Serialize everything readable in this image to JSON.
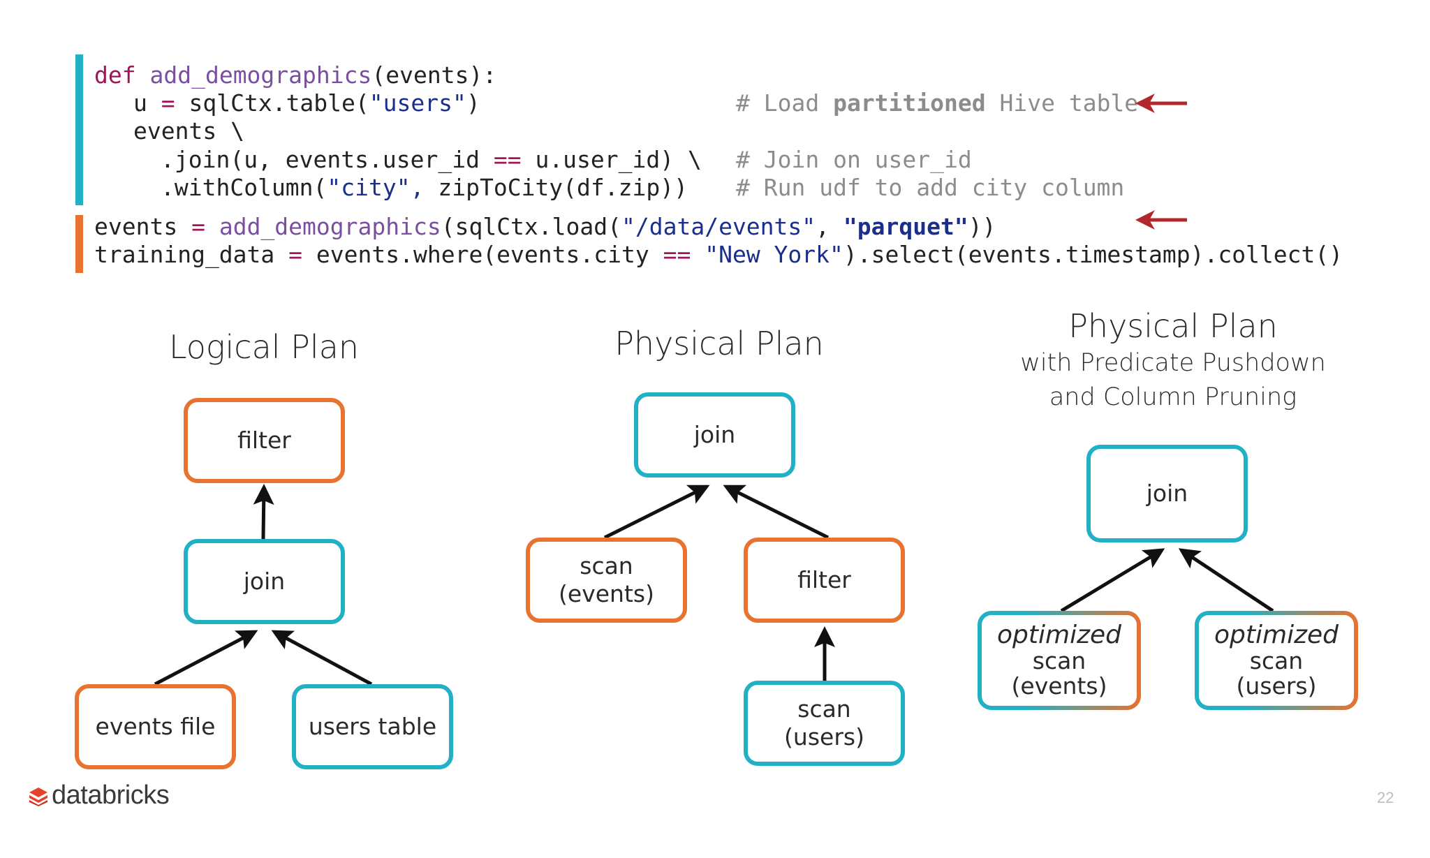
{
  "code": {
    "line1": {
      "kw": "def",
      "fn": "add_demographics",
      "rest": "(events):"
    },
    "line2": {
      "a": "u ",
      "op": "=",
      "b": " sqlCtx.table(",
      "str": "\"users\"",
      "c": ")"
    },
    "line2_comment": {
      "a": "# Load ",
      "bold": "partitioned",
      "b": " Hive table"
    },
    "line3": "events \\",
    "line4": {
      "a": ".join(u, events.user_id ",
      "op": "==",
      "b": " u.user_id) \\"
    },
    "line4_comment": "# Join on user_id",
    "line5": {
      "a": ".withColumn(",
      "str": "\"city\",",
      "b": " zipToCity(df.zip))"
    },
    "line5_comment": "# Run udf to add city column",
    "line6": {
      "a": "events ",
      "op": "=",
      "sp": " ",
      "fn": "add_demographics",
      "b": "(sqlCtx.load(",
      "str1": "\"/data/events\"",
      "c": ", ",
      "str2": "\"parquet\"",
      "d": "))"
    },
    "line7": {
      "a": "training_data ",
      "op": "=",
      "b": " events.where(events.city ",
      "op2": "==",
      "sp": " ",
      "str": "\"New York\"",
      "c": ").select(events.timestamp).collect()"
    }
  },
  "logical_plan": {
    "title": "Logical Plan",
    "nodes": {
      "filter": "filter",
      "join": "join",
      "events_file": "events file",
      "users_table": "users table"
    }
  },
  "physical_plan": {
    "title": "Physical Plan",
    "nodes": {
      "join": "join",
      "scan_events_1": "scan",
      "scan_events_2": "(events)",
      "filter": "filter",
      "scan_users_1": "scan",
      "scan_users_2": "(users)"
    }
  },
  "optimized_plan": {
    "title": "Physical Plan",
    "subtitle_1": "with Predicate Pushdown",
    "subtitle_2": "and Column Pruning",
    "nodes": {
      "join": "join",
      "opt_events_1": "optimized",
      "opt_events_2": "scan",
      "opt_events_3": "(events)",
      "opt_users_1": "optimized",
      "opt_users_2": "scan",
      "opt_users_3": "(users)"
    }
  },
  "footer": {
    "brand": "databricks",
    "page_number": "22"
  },
  "colors": {
    "teal": "#22b0c4",
    "orange": "#e8722f",
    "arrow_red": "#b3262c",
    "logo_red": "#e8412b"
  }
}
